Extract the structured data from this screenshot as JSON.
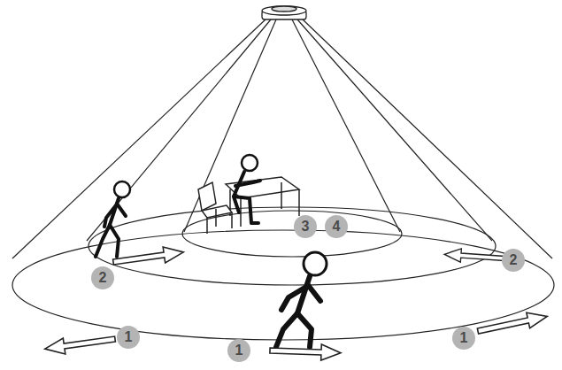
{
  "diagram": {
    "labels": [
      "3",
      "4",
      "2",
      "2",
      "1",
      "1",
      "1"
    ]
  }
}
